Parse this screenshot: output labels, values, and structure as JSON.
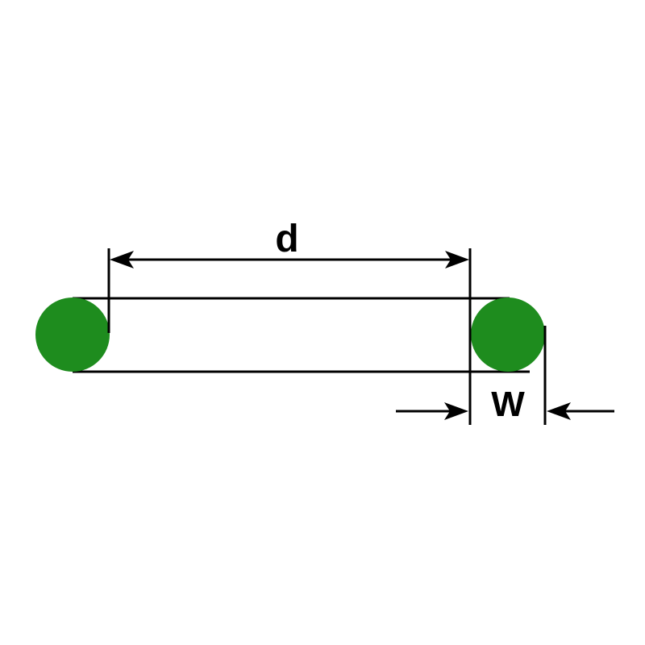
{
  "diagram": {
    "name": "o-ring-dimension-drawing",
    "description": "Cross-section dimensional drawing of an O-ring seal",
    "labels": {
      "inner_diameter": "d",
      "cross_section_width": "W"
    },
    "colors": {
      "ring_fill": "#1e8c1e",
      "line": "#000000",
      "background": "#ffffff"
    }
  }
}
